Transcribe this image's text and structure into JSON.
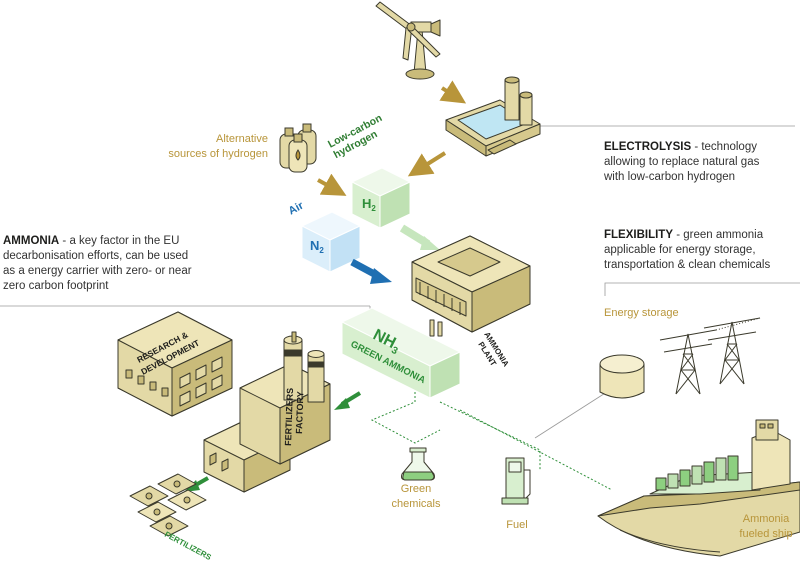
{
  "colors": {
    "gold": "#b8953a",
    "building_fill": "#e3d9a6",
    "building_dark": "#c9bb7a",
    "outline": "#3b3a2c",
    "green_block": "#d8efcf",
    "green_text": "#2f8f3a",
    "blue_block": "#dbeefa",
    "blue_arrow": "#1f6fb2",
    "grey_line": "#9a9a9a"
  },
  "texts": {
    "electrolysis_title": "ELECTROLYSIS",
    "electrolysis_desc_1": " - technology",
    "electrolysis_desc_2": "allowing to replace natural gas",
    "electrolysis_desc_3": "with low-carbon hydrogen",
    "flexibility_title": "FLEXIBILITY",
    "flexibility_desc_1": " - green ammonia",
    "flexibility_desc_2": "applicable for energy storage,",
    "flexibility_desc_3": "transportation & clean chemicals",
    "ammonia_title": "AMMONIA",
    "ammonia_desc_1": " - a key factor in the EU",
    "ammonia_desc_2": "decarbonisation efforts, can be used",
    "ammonia_desc_3": "as a energy carrier with zero- or near",
    "ammonia_desc_4": "zero carbon footprint",
    "alt_sources_1": "Alternative",
    "alt_sources_2": "sources of hydrogen",
    "low_carbon_1": "Low-carbon",
    "low_carbon_2": "hydrogen",
    "air": "Air",
    "h2_main": "H",
    "h2_sub": "2",
    "n2_main": "N",
    "n2_sub": "2",
    "nh3_main": "NH",
    "nh3_sub": "3",
    "green_ammonia": "GREEN AMMONIA",
    "ammonia_plant_1": "AMMONIA",
    "ammonia_plant_2": "PLANT",
    "research_1": "RESEARCH &",
    "research_2": "DEVELOPMENT",
    "fertilizers_factory_1": "FERTILIZERS",
    "fertilizers_factory_2": "FACTORY",
    "fertilizers": "FERTILIZERS",
    "energy_storage": "Energy storage",
    "green_chemicals_1": "Green",
    "green_chemicals_2": "chemicals",
    "fuel": "Fuel",
    "ship_1": "Ammonia",
    "ship_2": "fueled ship"
  }
}
